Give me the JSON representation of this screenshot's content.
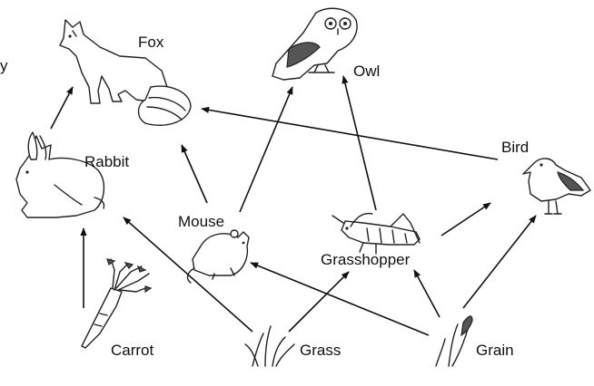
{
  "nodes": {
    "fox": "Fox",
    "owl": "Owl",
    "rabbit": "Rabbit",
    "bird": "Bird",
    "mouse": "Mouse",
    "grasshopper": "Grasshopper",
    "carrot": "Carrot",
    "grass": "Grass",
    "grain": "Grain",
    "edge_fragment": "y"
  },
  "edges": [
    {
      "from": "rabbit",
      "to": "fox"
    },
    {
      "from": "mouse",
      "to": "fox"
    },
    {
      "from": "bird",
      "to": "fox"
    },
    {
      "from": "mouse",
      "to": "owl"
    },
    {
      "from": "grasshopper",
      "to": "owl"
    },
    {
      "from": "grasshopper",
      "to": "bird"
    },
    {
      "from": "grain",
      "to": "bird"
    },
    {
      "from": "carrot",
      "to": "rabbit"
    },
    {
      "from": "grass",
      "to": "rabbit"
    },
    {
      "from": "grass",
      "to": "grasshopper"
    },
    {
      "from": "grain",
      "to": "grasshopper"
    },
    {
      "from": "grain",
      "to": "mouse"
    }
  ],
  "colors": {
    "ink": "#111111",
    "background": "#ffffff"
  },
  "icons": {
    "fox": "fox-icon",
    "owl": "owl-icon",
    "rabbit": "rabbit-icon",
    "bird": "bird-icon",
    "mouse": "mouse-icon",
    "grasshopper": "grasshopper-icon",
    "carrot": "carrot-icon",
    "grass": "grass-icon",
    "grain": "grain-icon"
  }
}
